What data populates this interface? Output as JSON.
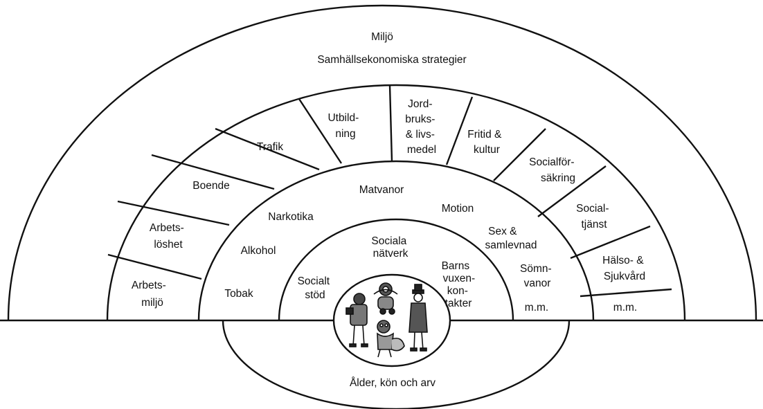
{
  "outer_ring": {
    "title": "Miljö",
    "subtitle": "Samhällsekonomiska strategier"
  },
  "sectors": [
    {
      "lines": [
        "Arbets-",
        "miljö"
      ]
    },
    {
      "lines": [
        "Arbets-",
        "löshet"
      ]
    },
    {
      "lines": [
        "Boende"
      ]
    },
    {
      "lines": [
        "Trafik"
      ]
    },
    {
      "lines": [
        "Utbild-",
        "ning"
      ]
    },
    {
      "lines": [
        "Jord-",
        "bruks-",
        "& livs-",
        "medel"
      ]
    },
    {
      "lines": [
        "Fritid &",
        "kultur"
      ]
    },
    {
      "lines": [
        "Socialför-",
        "säkring"
      ]
    },
    {
      "lines": [
        "Social-",
        "tjänst"
      ]
    },
    {
      "lines": [
        "Hälso- &",
        "Sjukvård"
      ]
    },
    {
      "lines": [
        "m.m."
      ]
    }
  ],
  "lifestyle": [
    {
      "lines": [
        "Tobak"
      ]
    },
    {
      "lines": [
        "Alkohol"
      ]
    },
    {
      "lines": [
        "Narkotika"
      ]
    },
    {
      "lines": [
        "Matvanor"
      ]
    },
    {
      "lines": [
        "Motion"
      ]
    },
    {
      "lines": [
        "Sex &",
        "samlevnad"
      ]
    },
    {
      "lines": [
        "Sömn-",
        "vanor"
      ]
    },
    {
      "lines": [
        "m.m."
      ]
    }
  ],
  "social": [
    {
      "lines": [
        "Socialt",
        "stöd"
      ]
    },
    {
      "lines": [
        "Sociala",
        "nätverk"
      ]
    },
    {
      "lines": [
        "Barns",
        "vuxen-",
        "kon-",
        "takter"
      ]
    }
  ],
  "core": {
    "label": "Ålder, kön och arv",
    "icon": "people-illustration-icon"
  }
}
